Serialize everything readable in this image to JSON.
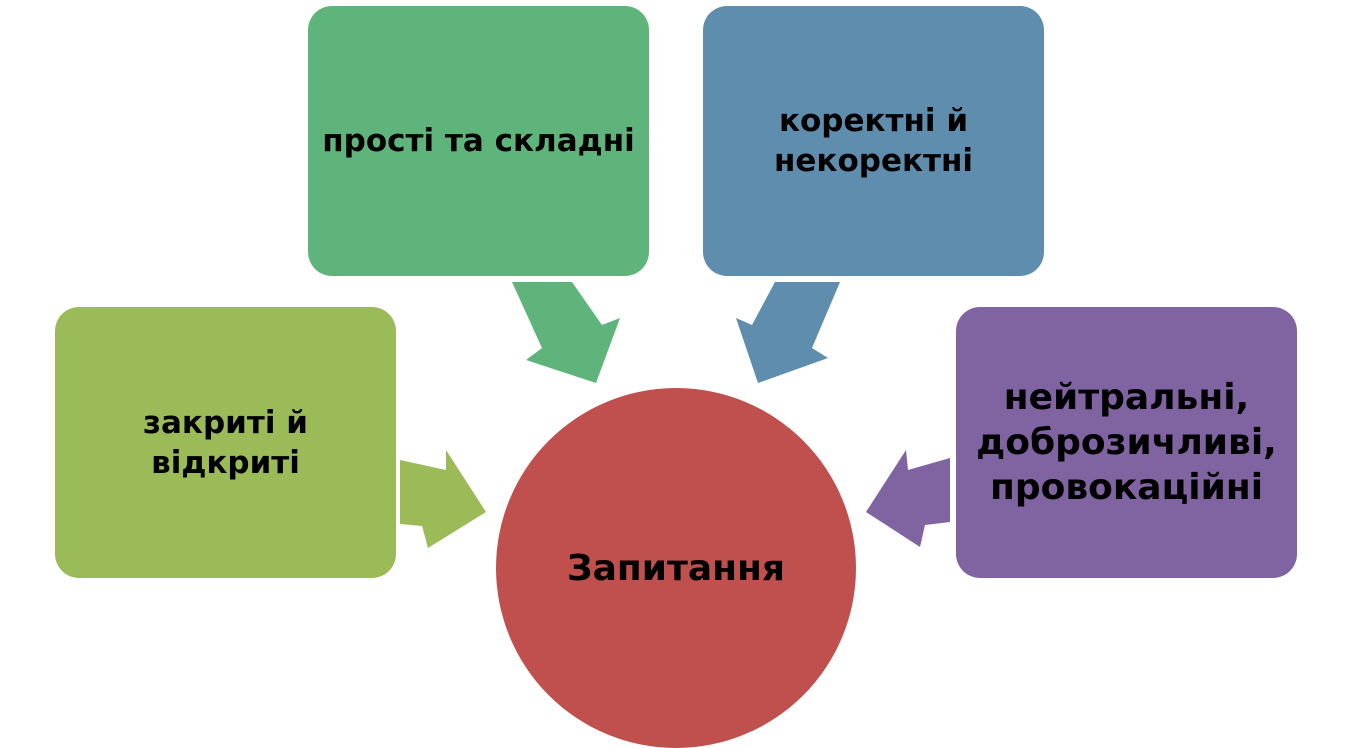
{
  "diagram": {
    "center": {
      "label": "Запитання",
      "color": "#C0504D"
    },
    "nodes": [
      {
        "id": "left",
        "lines": [
          "закриті й",
          "відкриті"
        ],
        "color": "#9BBB59"
      },
      {
        "id": "top-left",
        "lines": [
          "прості та складні"
        ],
        "color": "#5FB47C"
      },
      {
        "id": "top-right",
        "lines": [
          "коректні й",
          "некоректні"
        ],
        "color": "#5F8DAE"
      },
      {
        "id": "right",
        "lines": [
          "нейтральні,",
          "доброзичливі,",
          "провокаційні"
        ],
        "color": "#8064A2"
      }
    ],
    "arrows": [
      {
        "from": "left",
        "to": "center",
        "color": "#9BBB59"
      },
      {
        "from": "top-left",
        "to": "center",
        "color": "#5FB47C"
      },
      {
        "from": "top-right",
        "to": "center",
        "color": "#5F8DAE"
      },
      {
        "from": "right",
        "to": "center",
        "color": "#8064A2"
      }
    ]
  }
}
